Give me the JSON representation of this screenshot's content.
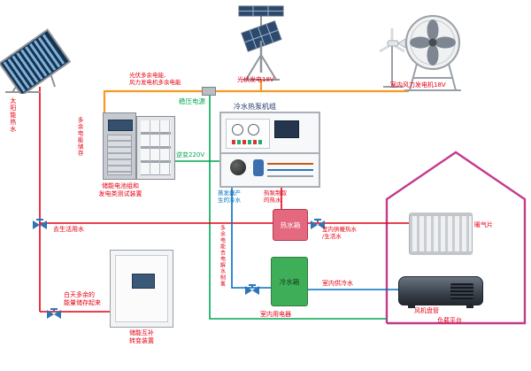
{
  "colors": {
    "pipe_hot": "#e60012",
    "pipe_cold": "#0070c0",
    "wire_dc": "#f59a23",
    "wire_ac": "#00a650",
    "house_outline": "#c23b8a",
    "valve": "#2e75b6"
  },
  "component_names": [
    "solar-collector",
    "pv-tracker",
    "wind-turbine-and-fan",
    "battery-test-cabinets",
    "heat-pump-bench",
    "hot-water-tank",
    "cold-water-tank",
    "storage-inverter-cabinet",
    "house",
    "radiator",
    "fan-coil-unit",
    "valves"
  ],
  "labels": {
    "solar_hot_water": "太阳能热水",
    "excess_power": "光伏多余电能,\n风力发电机多余电能",
    "pv_generation": "光伏发电18V",
    "wind_generation": "室内风力发电机18V",
    "voltage_regulator": "稳压电源",
    "heat_pump_unit": "冷水热泵机组",
    "inverter_220v": "逆变220V",
    "excess_storage": "多余电能储存",
    "battery_cabinet": "储能电池组和\n发电类测试装置",
    "evaporator_cold": "蒸发器产\n生的冷水",
    "heat_pump_hot": "热泵制取\n的热水",
    "domestic_water": "去生活用水",
    "hot_tank": "热水箱",
    "cold_tank": "冷水箱",
    "electrolysis": "多余电能去电解水制氢",
    "indoor_heating": "室内供暖热水\n/生活水",
    "indoor_cooling": "室内供冷水",
    "indoor_appliance": "室内用电器",
    "daytime_storage": "白天多余的\n能量储存起来",
    "storage_inverter": "储能互补\n转变装置",
    "radiator": "暖气片",
    "fan_coil": "风机盘管",
    "load_platform": "负载平台"
  }
}
